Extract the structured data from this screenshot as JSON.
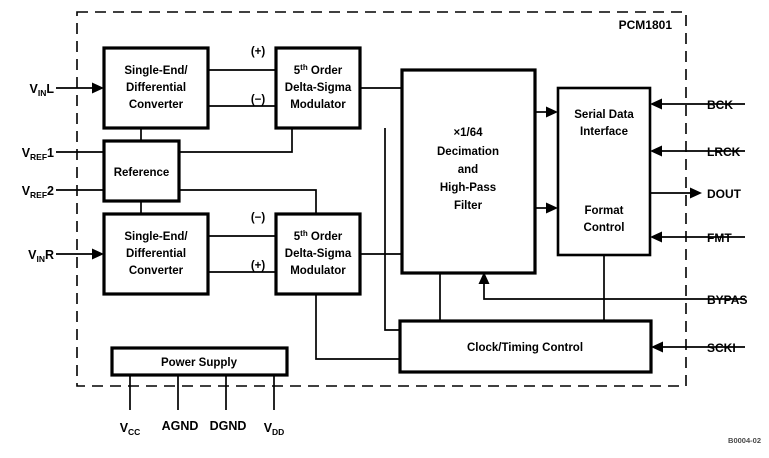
{
  "figure": {
    "chip_title": "PCM1801",
    "figure_id": "B0004-02",
    "accent_color": "#000000",
    "background_color": "#ffffff"
  },
  "blocks": {
    "converter_left": {
      "line1": "Single-End/",
      "line2": "Differential",
      "line3": "Converter"
    },
    "converter_right": {
      "line1": "Single-End/",
      "line2": "Differential",
      "line3": "Converter"
    },
    "modulator_top": {
      "line1": "5",
      "line1_sup": "th",
      "line1_rest": " Order",
      "line2": "Delta-Sigma",
      "line3": "Modulator"
    },
    "modulator_bottom": {
      "line1": "5",
      "line1_sup": "th",
      "line1_rest": " Order",
      "line2": "Delta-Sigma",
      "line3": "Modulator"
    },
    "reference": {
      "label": "Reference"
    },
    "decimation": {
      "line1": "×1/64",
      "line2": "Decimation",
      "line3": "and",
      "line4": "High-Pass",
      "line5": "Filter"
    },
    "serial_interface": {
      "line1": "Serial Data",
      "line2": "Interface",
      "line3": "Format",
      "line4": "Control"
    },
    "clock_control": {
      "label": "Clock/Timing Control"
    },
    "power_supply": {
      "label": "Power Supply"
    }
  },
  "signs": {
    "top_plus": "(+)",
    "top_minus": "(−)",
    "bottom_minus": "(−)",
    "bottom_plus": "(+)"
  },
  "pins": {
    "left": [
      {
        "name": "vinl",
        "base": "V",
        "subscript": "IN",
        "suffix": "L"
      },
      {
        "name": "vref1",
        "base": "V",
        "subscript": "REF",
        "suffix": "1"
      },
      {
        "name": "vref2",
        "base": "V",
        "subscript": "REF",
        "suffix": "2"
      },
      {
        "name": "vinr",
        "base": "V",
        "subscript": "IN",
        "suffix": "R"
      }
    ],
    "right": [
      {
        "name": "bck",
        "label": "BCK",
        "direction": "in"
      },
      {
        "name": "lrck",
        "label": "LRCK",
        "direction": "in"
      },
      {
        "name": "dout",
        "label": "DOUT",
        "direction": "out"
      },
      {
        "name": "fmt",
        "label": "FMT",
        "direction": "in"
      },
      {
        "name": "bypas",
        "label": "BYPAS",
        "direction": "in"
      },
      {
        "name": "scki",
        "label": "SCKI",
        "direction": "in"
      }
    ],
    "bottom": [
      {
        "name": "vcc",
        "base": "V",
        "subscript": "CC",
        "suffix": ""
      },
      {
        "name": "agnd",
        "base": "AGND",
        "subscript": "",
        "suffix": ""
      },
      {
        "name": "dgnd",
        "base": "DGND",
        "subscript": "",
        "suffix": ""
      },
      {
        "name": "vdd",
        "base": "V",
        "subscript": "DD",
        "suffix": ""
      }
    ]
  }
}
